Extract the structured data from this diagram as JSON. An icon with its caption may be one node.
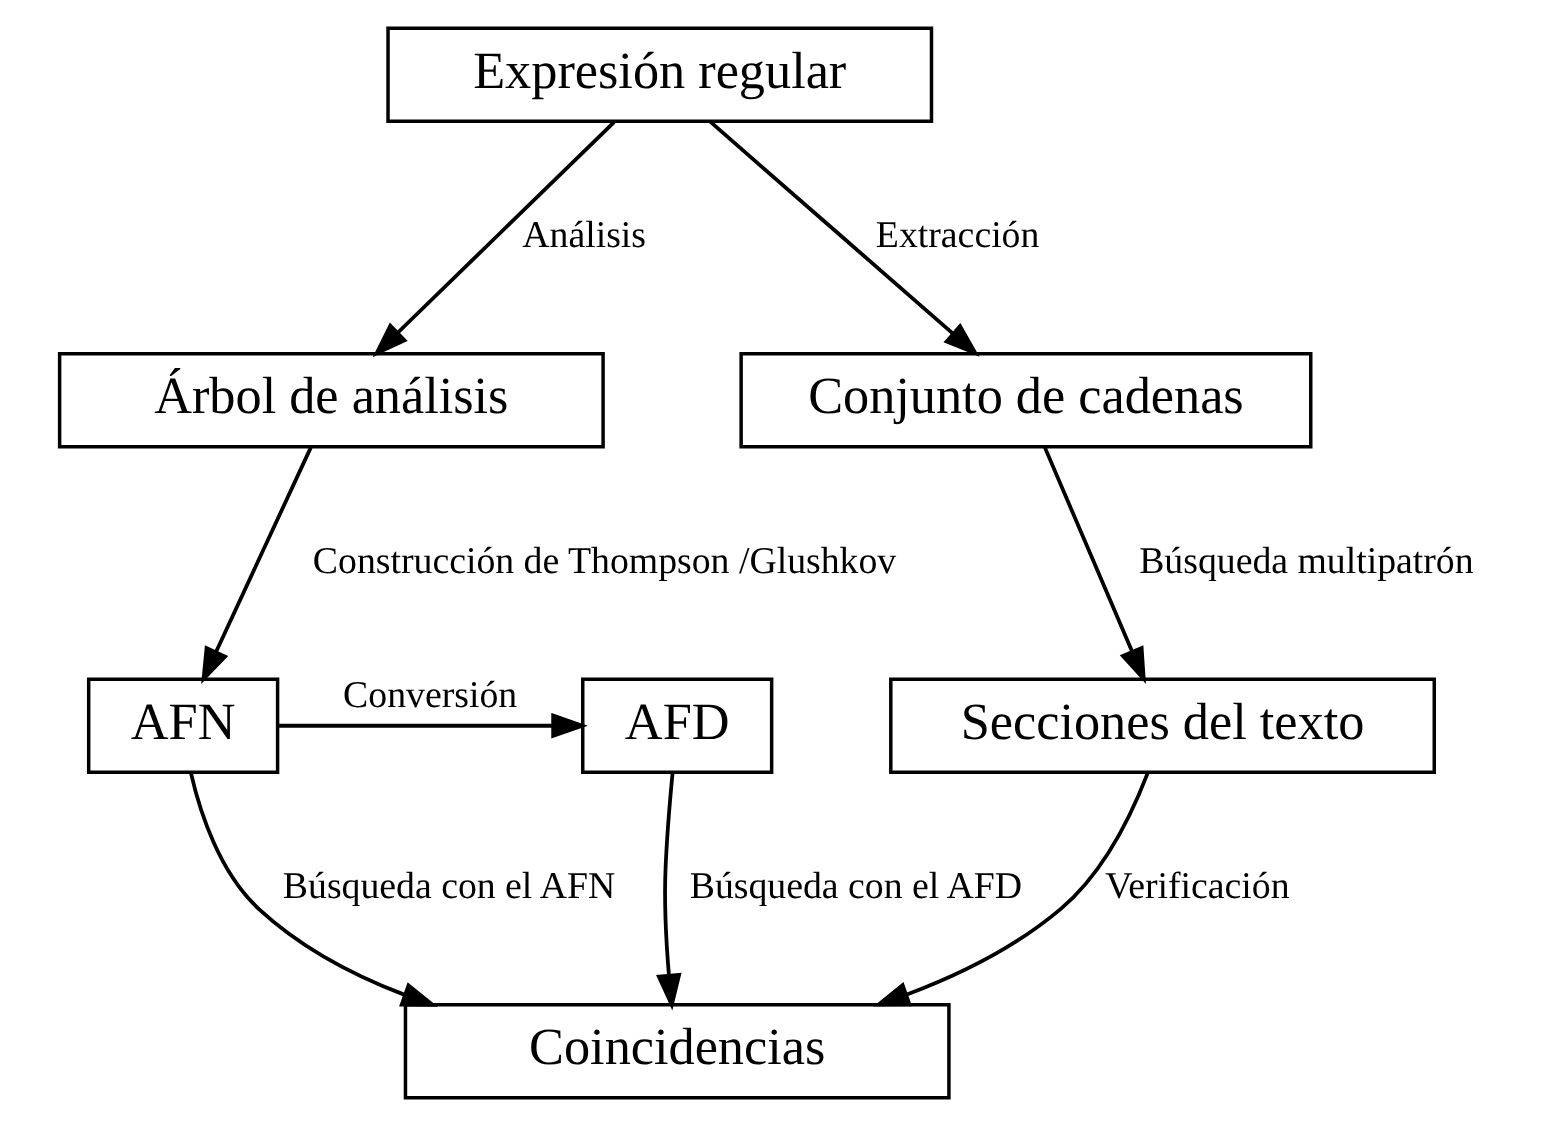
{
  "diagram": {
    "nodes": [
      {
        "text": [
          "Expresión regular"
        ]
      },
      {
        "text": [
          "Árbol de análisis"
        ]
      },
      {
        "text": [
          "Conjunto de cadenas"
        ]
      },
      {
        "text": [
          "AFN"
        ]
      },
      {
        "text": [
          "AFD"
        ]
      },
      {
        "text": [
          "Secciones del texto"
        ]
      },
      {
        "text": [
          "Coincidencias"
        ]
      }
    ],
    "edges": [
      {
        "from": 0,
        "to": 1,
        "arrow": "to",
        "label": "Análisis"
      },
      {
        "from": 0,
        "to": 2,
        "arrow": "to",
        "label": "Extracción"
      },
      {
        "from": 1,
        "to": 3,
        "arrow": "to",
        "label": "Construcción de Thompson /Glushkov"
      },
      {
        "from": 2,
        "to": 5,
        "arrow": "to",
        "label": "Búsqueda multipatrón"
      },
      {
        "from": 3,
        "to": 4,
        "arrow": "to",
        "label": "Conversión"
      },
      {
        "from": 3,
        "to": 6,
        "arrow": "to",
        "label": "Búsqueda con el AFN"
      },
      {
        "from": 4,
        "to": 6,
        "arrow": "to",
        "label": "Búsqueda con el AFD"
      },
      {
        "from": 5,
        "to": 6,
        "arrow": "to",
        "label": "Verificación"
      }
    ]
  }
}
